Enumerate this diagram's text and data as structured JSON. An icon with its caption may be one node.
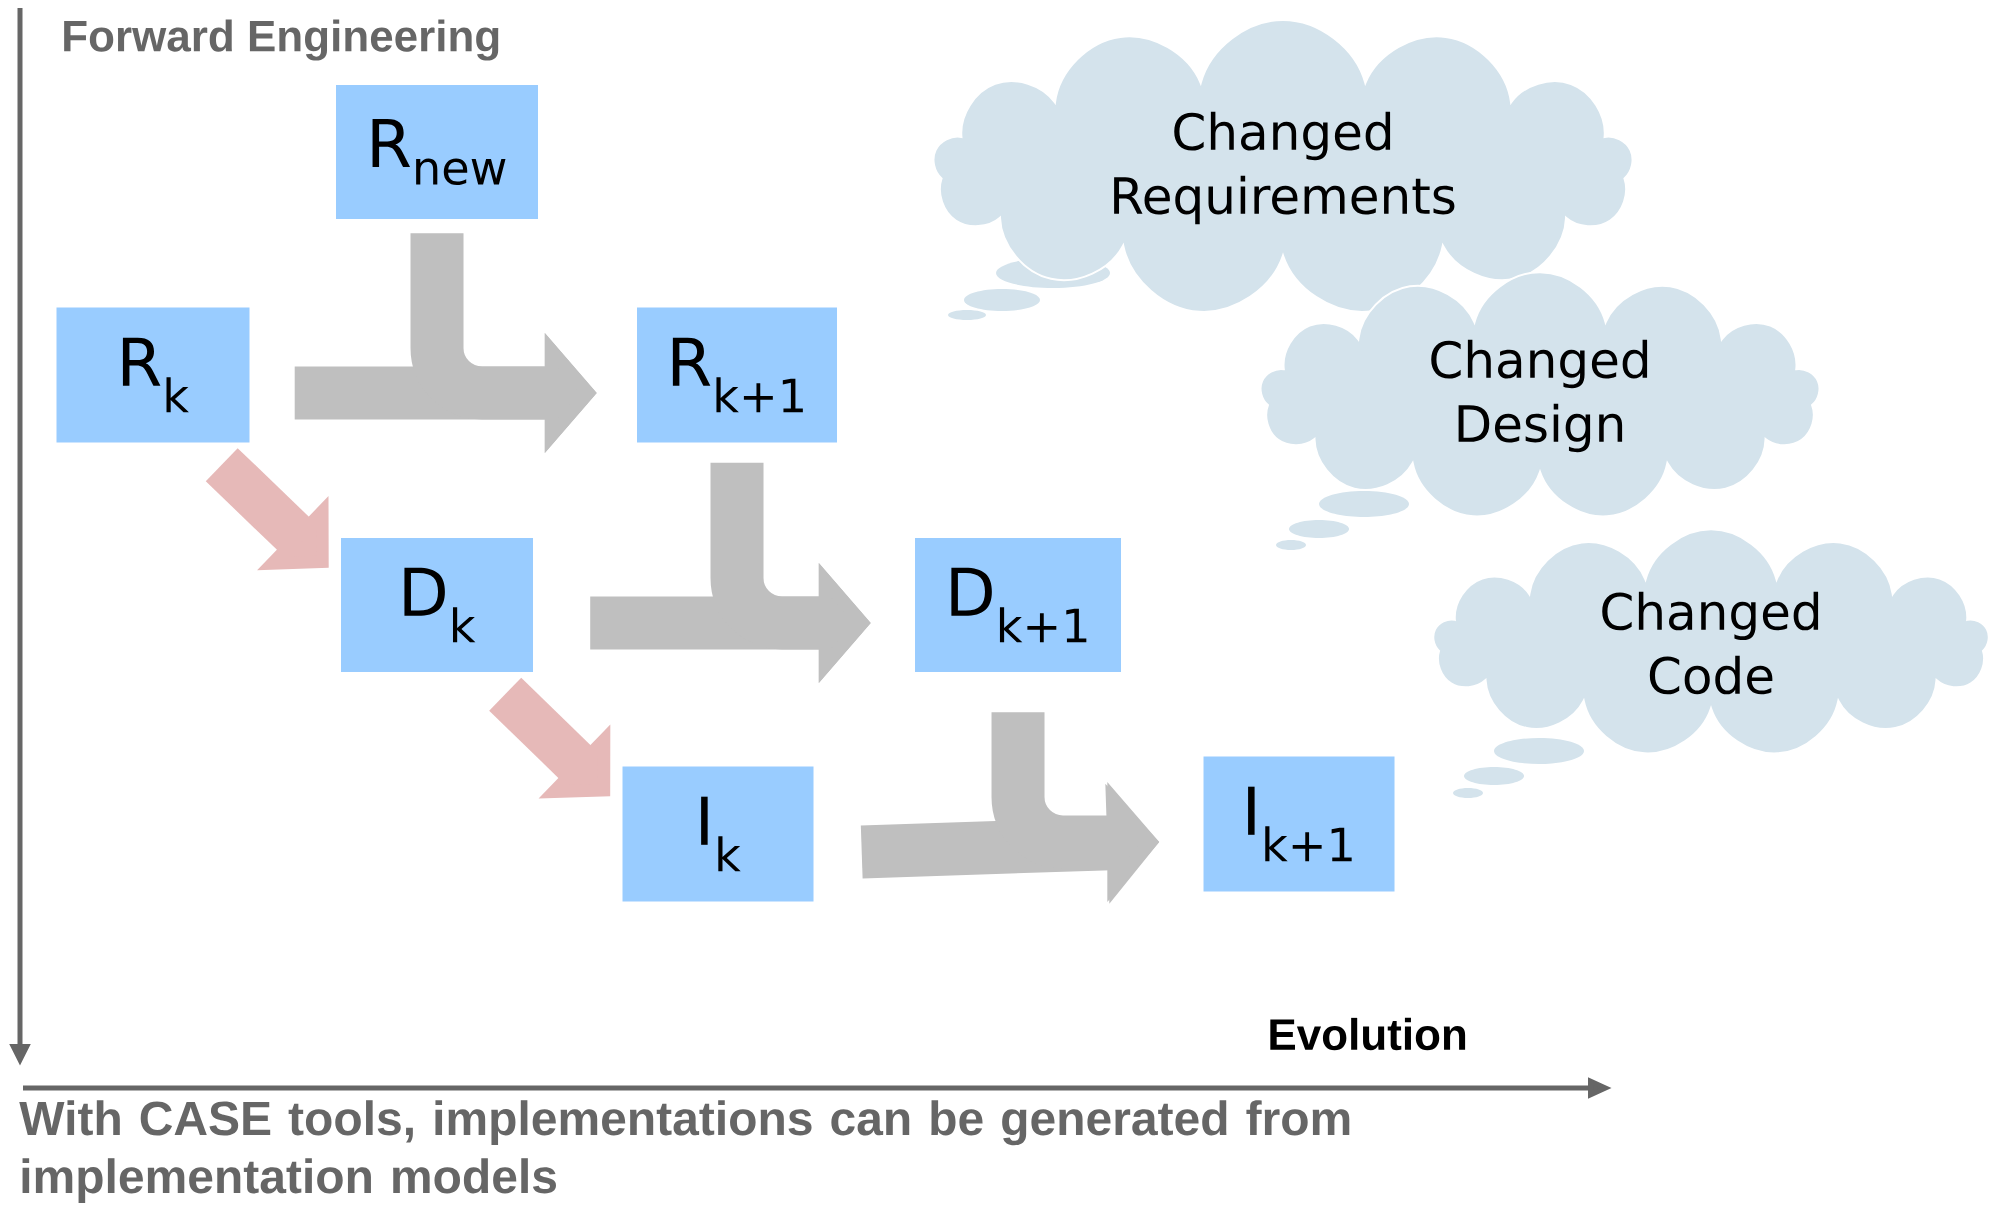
{
  "diagram": {
    "title": "Forward Engineering",
    "caption": "With CASE tools, implementations can be generated from implementation models",
    "nodes": [
      {
        "text": [
          "R$_{new}$"
        ]
      },
      {
        "text": [
          "R$_{k}$"
        ]
      },
      {
        "text": [
          "R$_{k+1}$"
        ]
      },
      {
        "text": [
          "D$_{k}$"
        ]
      },
      {
        "text": [
          "D$_{k+1}$"
        ]
      },
      {
        "text": [
          "I$_{k}$"
        ]
      },
      {
        "text": [
          "I$_{k+1}$"
        ]
      },
      {
        "text": [
          "Changed Requirements"
        ]
      },
      {
        "text": [
          "Changed Design"
        ]
      },
      {
        "text": [
          "Changed Code"
        ]
      }
    ],
    "edges": [
      {
        "from": 1,
        "to": 2,
        "arrow": "to"
      },
      {
        "from": 0,
        "to": 2,
        "arrow": "to"
      },
      {
        "from": 1,
        "to": 3,
        "arrow": "to",
        "color": "#e6b9b8"
      },
      {
        "from": 3,
        "to": 4,
        "arrow": "to"
      },
      {
        "from": 2,
        "to": 4,
        "arrow": "to"
      },
      {
        "from": 3,
        "to": 5,
        "arrow": "to",
        "color": "#e6b9b8"
      },
      {
        "from": 5,
        "to": 6,
        "arrow": "to"
      },
      {
        "from": 4,
        "to": 6,
        "arrow": "to"
      }
    ],
    "labels": [
      "Evolution"
    ]
  }
}
